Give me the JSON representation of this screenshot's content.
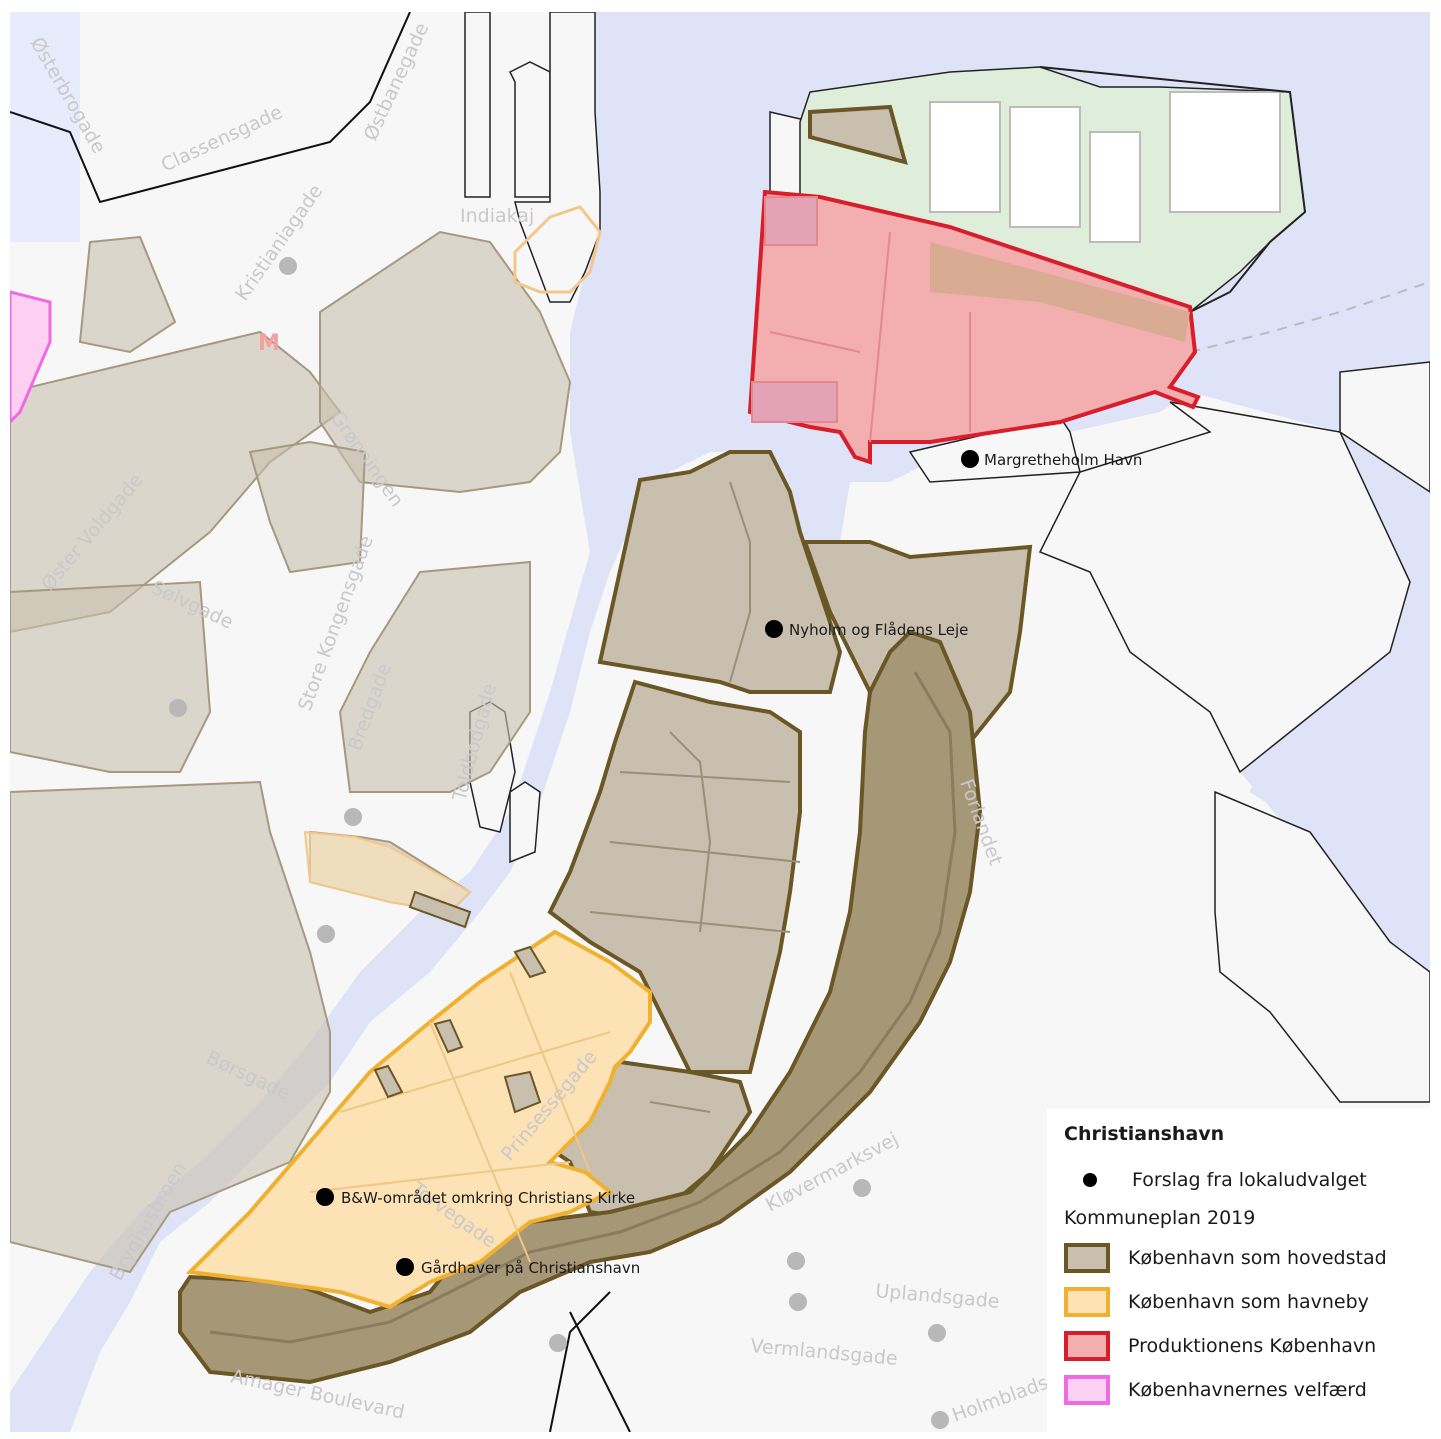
{
  "colors": {
    "water": "#dfe3f8",
    "land": "#f7f7f7",
    "green": "#dfeedb",
    "hovedstad_fill": "#c8bfae",
    "hovedstad_stroke": "#6b5626",
    "havneby_fill": "#fce2b4",
    "havneby_stroke": "#f0b030",
    "produktion_fill": "#f3aeb0",
    "produktion_stroke": "#d81e2a",
    "velfaerd_fill": "#fbd0f2",
    "velfaerd_stroke": "#ee6ce0",
    "boundary": "#111111",
    "poi": "#000000",
    "grey_dot": "#b8b8b8"
  },
  "streets": [
    "Østerbrogade",
    "Classensgade",
    "Østbanegade",
    "Indiakaj",
    "Kristianiagade",
    "Grønningen",
    "Øster Voldgade",
    "Sølvgade",
    "Store Kongensgade",
    "Bredgade",
    "Toldbodgade",
    "Forlandet",
    "Børsgade",
    "Torvegade",
    "Prinsessegade",
    "Kløvermarksvej",
    "Uplandsgade",
    "Vermlandsgade",
    "Amager Boulevard",
    "Bryghusbroen",
    "Holmbladsgade"
  ],
  "pois": [
    {
      "label": "Margretheholm Havn"
    },
    {
      "label": "Nyholm og Flådens Leje"
    },
    {
      "label": "B&W-området omkring Christians Kirke"
    },
    {
      "label": "Gårdhaver på Christianshavn"
    }
  ],
  "metro_label": "M",
  "legend": {
    "title": "Christianshavn",
    "point_label": "Forslag fra lokaludvalget",
    "subtitle": "Kommuneplan 2019",
    "items": [
      {
        "label": "København som hovedstad",
        "fill": "#c8bfae",
        "stroke": "#6b5626"
      },
      {
        "label": "København som havneby",
        "fill": "#fce2b4",
        "stroke": "#f0b030"
      },
      {
        "label": "Produktionens København",
        "fill": "#f3aeb0",
        "stroke": "#d81e2a"
      },
      {
        "label": "Københavnernes velfærd",
        "fill": "#fbd0f2",
        "stroke": "#ee6ce0"
      }
    ]
  }
}
